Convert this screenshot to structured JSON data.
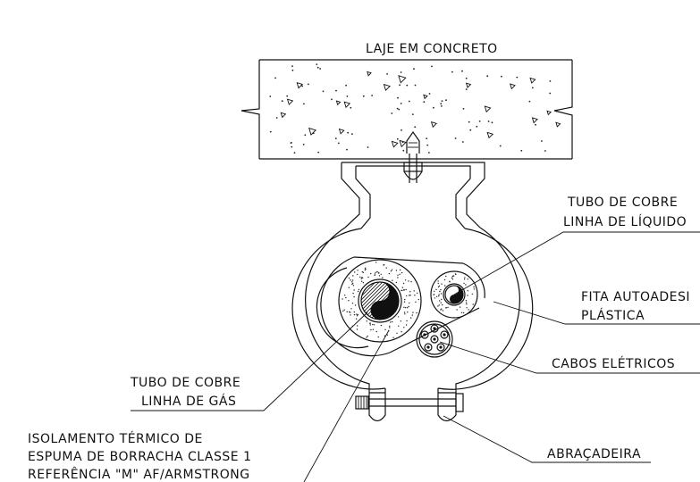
{
  "labels": {
    "slab": "LAJE EM CONCRETO",
    "copper_liquid_1": "TUBO DE COBRE",
    "copper_liquid_2": "LINHA DE LÍQUIDO",
    "tape_1": "FITA AUTOADESI",
    "tape_2": "PLÁSTICA",
    "cables": "CABOS ELÉTRICOS",
    "copper_gas_1": "TUBO DE COBRE",
    "copper_gas_2": "LINHA DE GÁS",
    "insulation_1": "ISOLAMENTO TÉRMICO DE",
    "insulation_2": "ESPUMA DE BORRACHA CLASSE 1",
    "insulation_3": "REFERÊNCIA \"M\" AF/ARMSTRONG",
    "clamp": "ABRAÇADEIRA"
  }
}
